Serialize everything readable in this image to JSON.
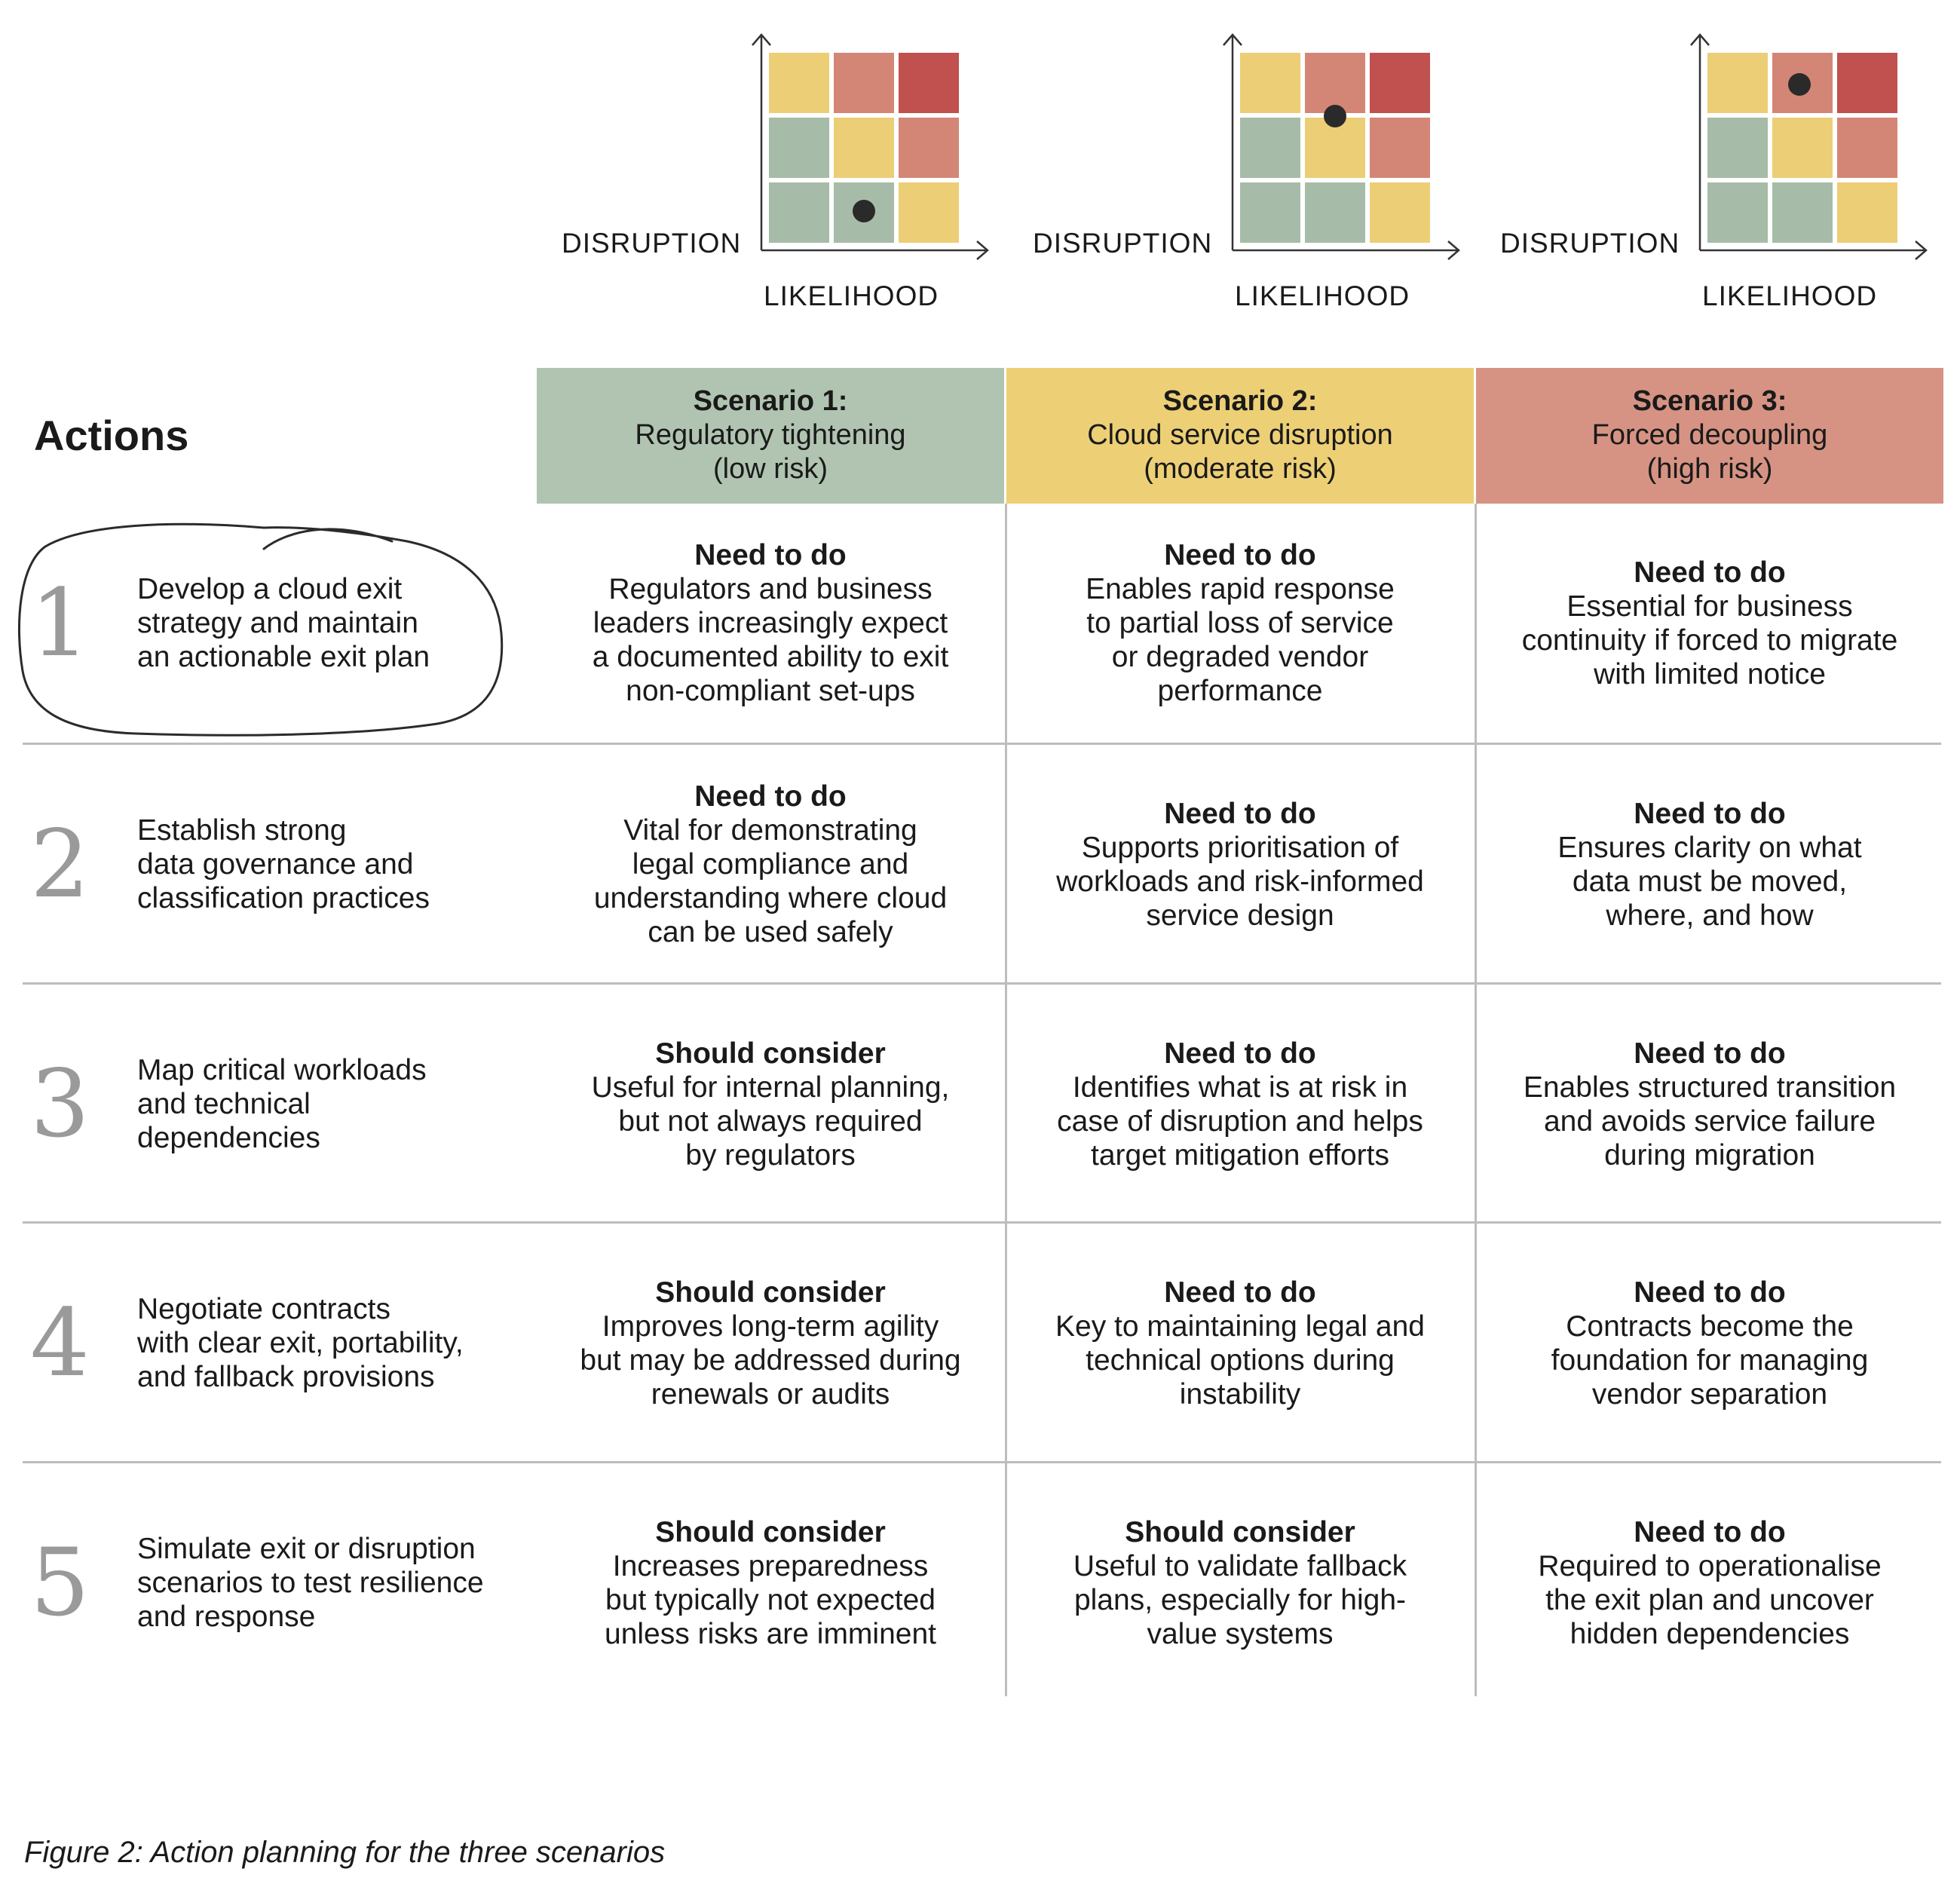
{
  "matrices": [
    {
      "y_label": "DISRUPTION",
      "x_label": "LIKELIHOOD",
      "dot": {
        "likelihood": 2,
        "disruption": 1
      }
    },
    {
      "y_label": "DISRUPTION",
      "x_label": "LIKELIHOOD",
      "dot": {
        "likelihood": 2,
        "disruption": 2.5
      }
    },
    {
      "y_label": "DISRUPTION",
      "x_label": "LIKELIHOOD",
      "dot": {
        "likelihood": 1.95,
        "disruption": 3
      }
    }
  ],
  "matrix_colors": {
    "green": "#a7bca8",
    "yellow": "#ecce76",
    "salmon": "#d48676",
    "red": "#c0514f"
  },
  "actions_title": "Actions",
  "scenarios": [
    {
      "title": "Scenario 1:",
      "name": "Regulatory tightening",
      "risk": "(low risk)",
      "color": "#b1c4b1"
    },
    {
      "title": "Scenario 2:",
      "name": "Cloud service disruption",
      "risk": "(moderate risk)",
      "color": "#edd076"
    },
    {
      "title": "Scenario 3:",
      "name": "Forced decoupling",
      "risk": "(high risk)",
      "color": "#d69383"
    }
  ],
  "rows": [
    {
      "number": "1",
      "action": [
        "Develop a cloud exit",
        "strategy and maintain",
        "an actionable exit plan"
      ],
      "highlighted": true,
      "cells": [
        {
          "level": "Need to do",
          "lines": [
            "Regulators and business",
            "leaders increasingly expect",
            "a documented ability to exit",
            "non-compliant set-ups"
          ]
        },
        {
          "level": "Need to do",
          "lines": [
            "Enables rapid response",
            "to partial loss of service",
            "or degraded vendor",
            "performance"
          ]
        },
        {
          "level": "Need to do",
          "lines": [
            "Essential for business",
            "continuity if forced to migrate",
            "with limited notice"
          ]
        }
      ]
    },
    {
      "number": "2",
      "action": [
        "Establish strong",
        "data governance and",
        "classification practices"
      ],
      "cells": [
        {
          "level": "Need to do",
          "lines": [
            "Vital for demonstrating",
            "legal compliance and",
            "understanding where cloud",
            "can be used safely"
          ]
        },
        {
          "level": "Need to do",
          "lines": [
            "Supports prioritisation of",
            "workloads and risk-informed",
            "service design"
          ]
        },
        {
          "level": "Need to do",
          "lines": [
            "Ensures clarity on what",
            "data must be moved,",
            "where, and how"
          ]
        }
      ]
    },
    {
      "number": "3",
      "action": [
        "Map critical workloads",
        "and technical",
        "dependencies"
      ],
      "cells": [
        {
          "level": "Should consider",
          "lines": [
            "Useful for internal planning,",
            "but not always required",
            "by regulators"
          ]
        },
        {
          "level": "Need to do",
          "lines": [
            "Identifies what is at risk in",
            "case of disruption and helps",
            "target mitigation efforts"
          ]
        },
        {
          "level": "Need to do",
          "lines": [
            "Enables structured transition",
            "and avoids service failure",
            "during migration"
          ]
        }
      ]
    },
    {
      "number": "4",
      "action": [
        "Negotiate contracts",
        "with clear exit, portability,",
        "and fallback provisions"
      ],
      "cells": [
        {
          "level": "Should consider",
          "lines": [
            "Improves long-term agility",
            "but may be addressed during",
            "renewals or audits"
          ]
        },
        {
          "level": "Need to do",
          "lines": [
            "Key to maintaining legal and",
            "technical options during",
            "instability"
          ]
        },
        {
          "level": "Need to do",
          "lines": [
            "Contracts become the",
            "foundation for managing",
            "vendor separation"
          ]
        }
      ]
    },
    {
      "number": "5",
      "action": [
        "Simulate exit or disruption",
        "scenarios to test resilience",
        "and response"
      ],
      "cells": [
        {
          "level": "Should consider",
          "lines": [
            "Increases preparedness",
            "but typically not expected",
            "unless risks are imminent"
          ]
        },
        {
          "level": "Should consider",
          "lines": [
            "Useful to validate fallback",
            "plans, especially for high-",
            "value systems"
          ]
        },
        {
          "level": "Need to do",
          "lines": [
            "Required to operationalise",
            "the exit plan and uncover",
            "hidden dependencies"
          ]
        }
      ]
    }
  ],
  "caption": "Figure 2: Action planning for the three scenarios"
}
